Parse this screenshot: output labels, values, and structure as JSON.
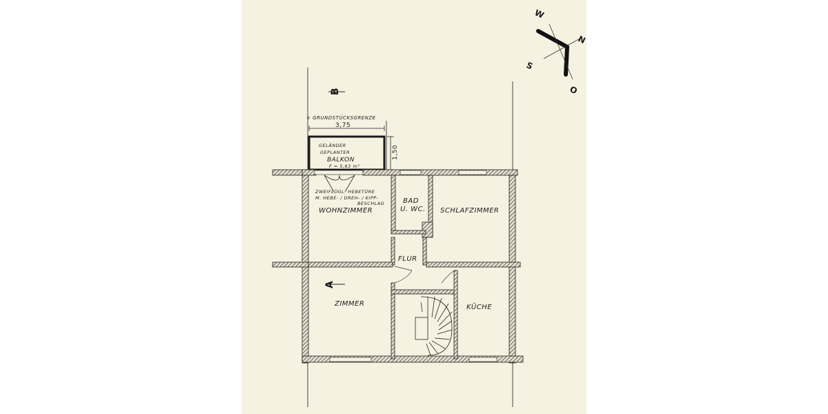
{
  "plan": {
    "rooms": {
      "wohnzimmer": "WOHNZIMMER",
      "bad_line1": "BAD",
      "bad_line2": "U. WC.",
      "schlafzimmer": "SCHLAFZIMMER",
      "flur": "FLUR",
      "zimmer": "ZIMMER",
      "kueche": "KÜCHE"
    },
    "balcony": {
      "line1": "GELÄNDER",
      "line2": "GEPLANTER",
      "line3": "BALKON",
      "line4": "F = 5,63 m²"
    },
    "door_note": {
      "line1": "ZWEIFLÜGL. HEBETÜRE",
      "line2": "M. HEBE- / DREH- / KIPP-",
      "line3": "BESCHLAG"
    },
    "boundary_label": "× GRUNDSTÜCKSGRENZE",
    "dimensions": {
      "balcony_width": "3,75",
      "balcony_depth": "1,50"
    },
    "section_marks": {
      "a": "A",
      "b": "B"
    },
    "compass": {
      "w": "W",
      "n": "N",
      "s": "S",
      "o": "O"
    }
  },
  "colors": {
    "paper": "#f6f2e1",
    "ink": "#1a1a1a",
    "wall_fill": "#d2cdbd"
  }
}
